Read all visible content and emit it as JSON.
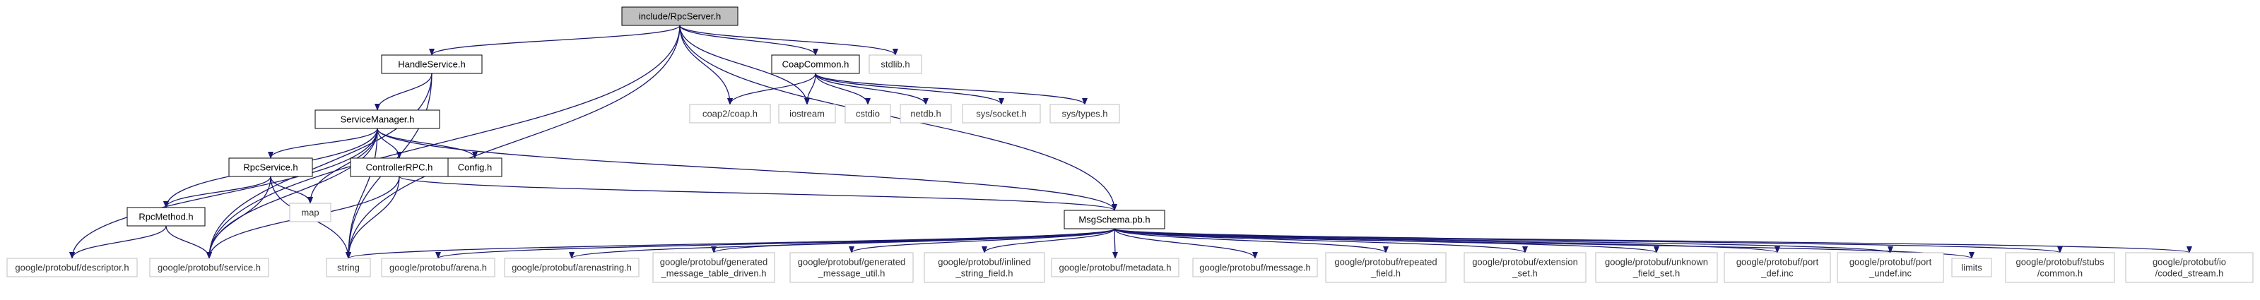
{
  "diagram": {
    "colors": {
      "edge": "#191970",
      "root_fill": "#bfbfbf",
      "node_border": "#000000",
      "external_border": "#bfbfbf",
      "background": "#ffffff"
    },
    "nodes": [
      {
        "id": "rpcserver",
        "lines": [
          "include/RpcServer.h"
        ],
        "kind": "root"
      },
      {
        "id": "handleservice",
        "lines": [
          "HandleService.h"
        ],
        "kind": "project"
      },
      {
        "id": "stdlib",
        "lines": [
          "stdlib.h"
        ],
        "kind": "external"
      },
      {
        "id": "coapcommon",
        "lines": [
          "CoapCommon.h"
        ],
        "kind": "project"
      },
      {
        "id": "servicemanager",
        "lines": [
          "ServiceManager.h"
        ],
        "kind": "project"
      },
      {
        "id": "coap2",
        "lines": [
          "coap2/coap.h"
        ],
        "kind": "external"
      },
      {
        "id": "iostream",
        "lines": [
          "iostream"
        ],
        "kind": "external"
      },
      {
        "id": "cstdio",
        "lines": [
          "cstdio"
        ],
        "kind": "external"
      },
      {
        "id": "netdb",
        "lines": [
          "netdb.h"
        ],
        "kind": "external"
      },
      {
        "id": "syssocket",
        "lines": [
          "sys/socket.h"
        ],
        "kind": "external"
      },
      {
        "id": "systypes",
        "lines": [
          "sys/types.h"
        ],
        "kind": "external"
      },
      {
        "id": "rpcservice",
        "lines": [
          "RpcService.h"
        ],
        "kind": "project"
      },
      {
        "id": "controllerrpc",
        "lines": [
          "ControllerRPC.h"
        ],
        "kind": "project"
      },
      {
        "id": "config",
        "lines": [
          "Config.h"
        ],
        "kind": "project"
      },
      {
        "id": "map",
        "lines": [
          "map"
        ],
        "kind": "external"
      },
      {
        "id": "rpcmethod",
        "lines": [
          "RpcMethod.h"
        ],
        "kind": "project"
      },
      {
        "id": "msgschema",
        "lines": [
          "MsgSchema.pb.h"
        ],
        "kind": "project"
      },
      {
        "id": "descriptor",
        "lines": [
          "google/protobuf/descriptor.h"
        ],
        "kind": "external"
      },
      {
        "id": "service",
        "lines": [
          "google/protobuf/service.h"
        ],
        "kind": "external"
      },
      {
        "id": "string",
        "lines": [
          "string"
        ],
        "kind": "external"
      },
      {
        "id": "arena",
        "lines": [
          "google/protobuf/arena.h"
        ],
        "kind": "external"
      },
      {
        "id": "arenastring",
        "lines": [
          "google/protobuf/arenastring.h"
        ],
        "kind": "external"
      },
      {
        "id": "gen_table",
        "lines": [
          "google/protobuf/generated",
          "_message_table_driven.h"
        ],
        "kind": "external"
      },
      {
        "id": "gen_util",
        "lines": [
          "google/protobuf/generated",
          "_message_util.h"
        ],
        "kind": "external"
      },
      {
        "id": "inlined",
        "lines": [
          "google/protobuf/inlined",
          "_string_field.h"
        ],
        "kind": "external"
      },
      {
        "id": "metadata",
        "lines": [
          "google/protobuf/metadata.h"
        ],
        "kind": "external"
      },
      {
        "id": "message",
        "lines": [
          "google/protobuf/message.h"
        ],
        "kind": "external"
      },
      {
        "id": "repeated",
        "lines": [
          "google/protobuf/repeated",
          "_field.h"
        ],
        "kind": "external"
      },
      {
        "id": "extension",
        "lines": [
          "google/protobuf/extension",
          "_set.h"
        ],
        "kind": "external"
      },
      {
        "id": "unknown",
        "lines": [
          "google/protobuf/unknown",
          "_field_set.h"
        ],
        "kind": "external"
      },
      {
        "id": "port_def",
        "lines": [
          "google/protobuf/port",
          "_def.inc"
        ],
        "kind": "external"
      },
      {
        "id": "port_undef",
        "lines": [
          "google/protobuf/port",
          "_undef.inc"
        ],
        "kind": "external"
      },
      {
        "id": "limits",
        "lines": [
          "limits"
        ],
        "kind": "external"
      },
      {
        "id": "stubs_common",
        "lines": [
          "google/protobuf/stubs",
          "/common.h"
        ],
        "kind": "external"
      },
      {
        "id": "coded_stream",
        "lines": [
          "google/protobuf/io",
          "/coded_stream.h"
        ],
        "kind": "external"
      }
    ],
    "edges": [
      [
        "rpcserver",
        "handleservice"
      ],
      [
        "rpcserver",
        "stdlib"
      ],
      [
        "rpcserver",
        "coapcommon"
      ],
      [
        "rpcserver",
        "coap2"
      ],
      [
        "rpcserver",
        "iostream"
      ],
      [
        "rpcserver",
        "msgschema"
      ],
      [
        "rpcserver",
        "string"
      ],
      [
        "rpcserver",
        "service"
      ],
      [
        "handleservice",
        "servicemanager"
      ],
      [
        "handleservice",
        "string"
      ],
      [
        "handleservice",
        "service"
      ],
      [
        "coapcommon",
        "coap2"
      ],
      [
        "coapcommon",
        "iostream"
      ],
      [
        "coapcommon",
        "cstdio"
      ],
      [
        "coapcommon",
        "netdb"
      ],
      [
        "coapcommon",
        "syssocket"
      ],
      [
        "coapcommon",
        "systypes"
      ],
      [
        "servicemanager",
        "rpcservice"
      ],
      [
        "servicemanager",
        "controllerrpc"
      ],
      [
        "servicemanager",
        "config"
      ],
      [
        "servicemanager",
        "map"
      ],
      [
        "servicemanager",
        "rpcmethod"
      ],
      [
        "servicemanager",
        "msgschema"
      ],
      [
        "servicemanager",
        "string"
      ],
      [
        "servicemanager",
        "service"
      ],
      [
        "servicemanager",
        "descriptor"
      ],
      [
        "rpcservice",
        "rpcmethod"
      ],
      [
        "rpcservice",
        "map"
      ],
      [
        "rpcservice",
        "string"
      ],
      [
        "rpcservice",
        "service"
      ],
      [
        "controllerrpc",
        "msgschema"
      ],
      [
        "controllerrpc",
        "string"
      ],
      [
        "controllerrpc",
        "service"
      ],
      [
        "rpcmethod",
        "descriptor"
      ],
      [
        "rpcmethod",
        "service"
      ],
      [
        "msgschema",
        "string"
      ],
      [
        "msgschema",
        "arena"
      ],
      [
        "msgschema",
        "arenastring"
      ],
      [
        "msgschema",
        "gen_table"
      ],
      [
        "msgschema",
        "gen_util"
      ],
      [
        "msgschema",
        "inlined"
      ],
      [
        "msgschema",
        "metadata"
      ],
      [
        "msgschema",
        "message"
      ],
      [
        "msgschema",
        "repeated"
      ],
      [
        "msgschema",
        "extension"
      ],
      [
        "msgschema",
        "unknown"
      ],
      [
        "msgschema",
        "port_def"
      ],
      [
        "msgschema",
        "port_undef"
      ],
      [
        "msgschema",
        "limits"
      ],
      [
        "msgschema",
        "stubs_common"
      ],
      [
        "msgschema",
        "coded_stream"
      ]
    ]
  }
}
